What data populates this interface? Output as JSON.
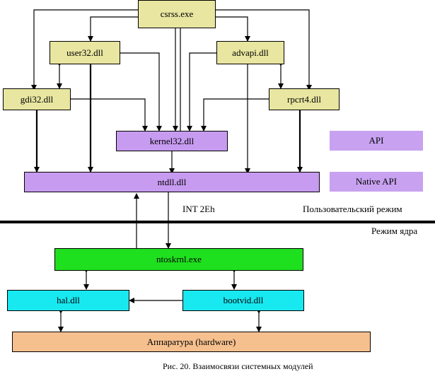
{
  "nodes": {
    "csrss": "csrss.exe",
    "user32": "user32.dll",
    "advapi": "advapi.dll",
    "gdi32": "gdi32.dll",
    "rpcrt4": "rpcrt4.dll",
    "kernel32": "kernel32.dll",
    "ntdll": "ntdll.dll",
    "ntoskrnl": "ntoskrnl.exe",
    "hal": "hal.dll",
    "bootvid": "bootvid.dll",
    "hardware": "Аппаратура (hardware)"
  },
  "legend": {
    "api": "API",
    "native_api": "Native API"
  },
  "labels": {
    "int": "INT 2Eh",
    "user_mode": "Пользовательский режим",
    "kernel_mode": "Режим ядра",
    "caption": "Рис. 20. Взаимосвязи системных модулей"
  },
  "colors": {
    "user_dll": "#e8e6a0",
    "api_layer": "#c79bf0",
    "kernel": "#1fe01f",
    "hal_layer": "#18e8f0",
    "hardware": "#f6c08e"
  }
}
